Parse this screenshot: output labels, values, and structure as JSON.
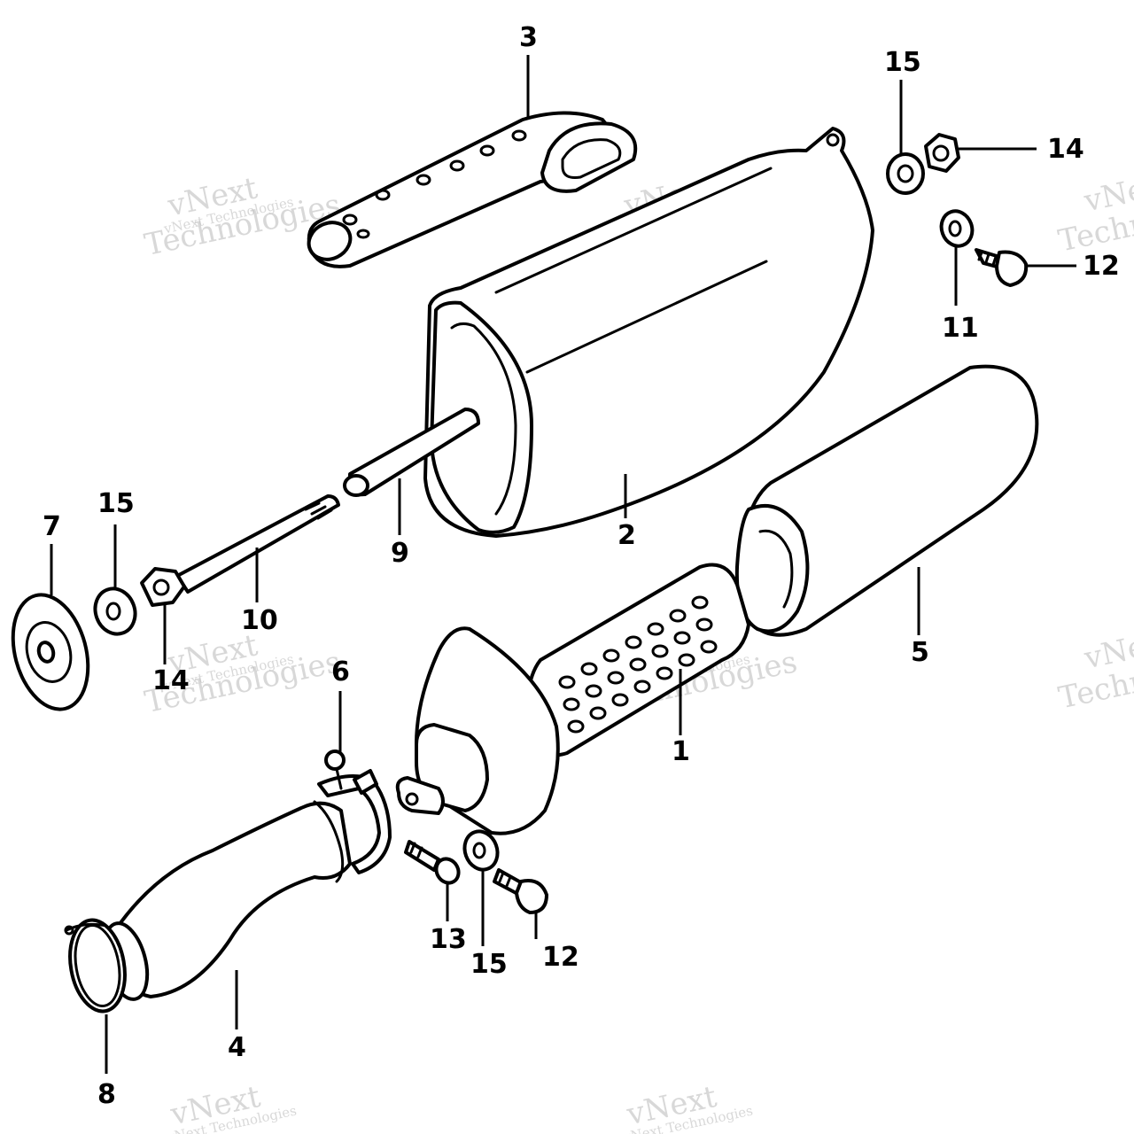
{
  "watermark": {
    "line1": "vNext",
    "line2": "Technologies",
    "small": "vNext Technologies"
  },
  "callouts": {
    "c1": "1",
    "c2": "2",
    "c3": "3",
    "c4": "4",
    "c5": "5",
    "c6": "6",
    "c7": "7",
    "c8": "8",
    "c9": "9",
    "c10": "10",
    "c11": "11",
    "c12a": "12",
    "c12b": "12",
    "c13": "13",
    "c14a": "14",
    "c14b": "14",
    "c15a": "15",
    "c15b": "15",
    "c15c": "15"
  },
  "colors": {
    "ink": "#000000",
    "paper": "#ffffff",
    "watermark": "#b9b9b9"
  }
}
